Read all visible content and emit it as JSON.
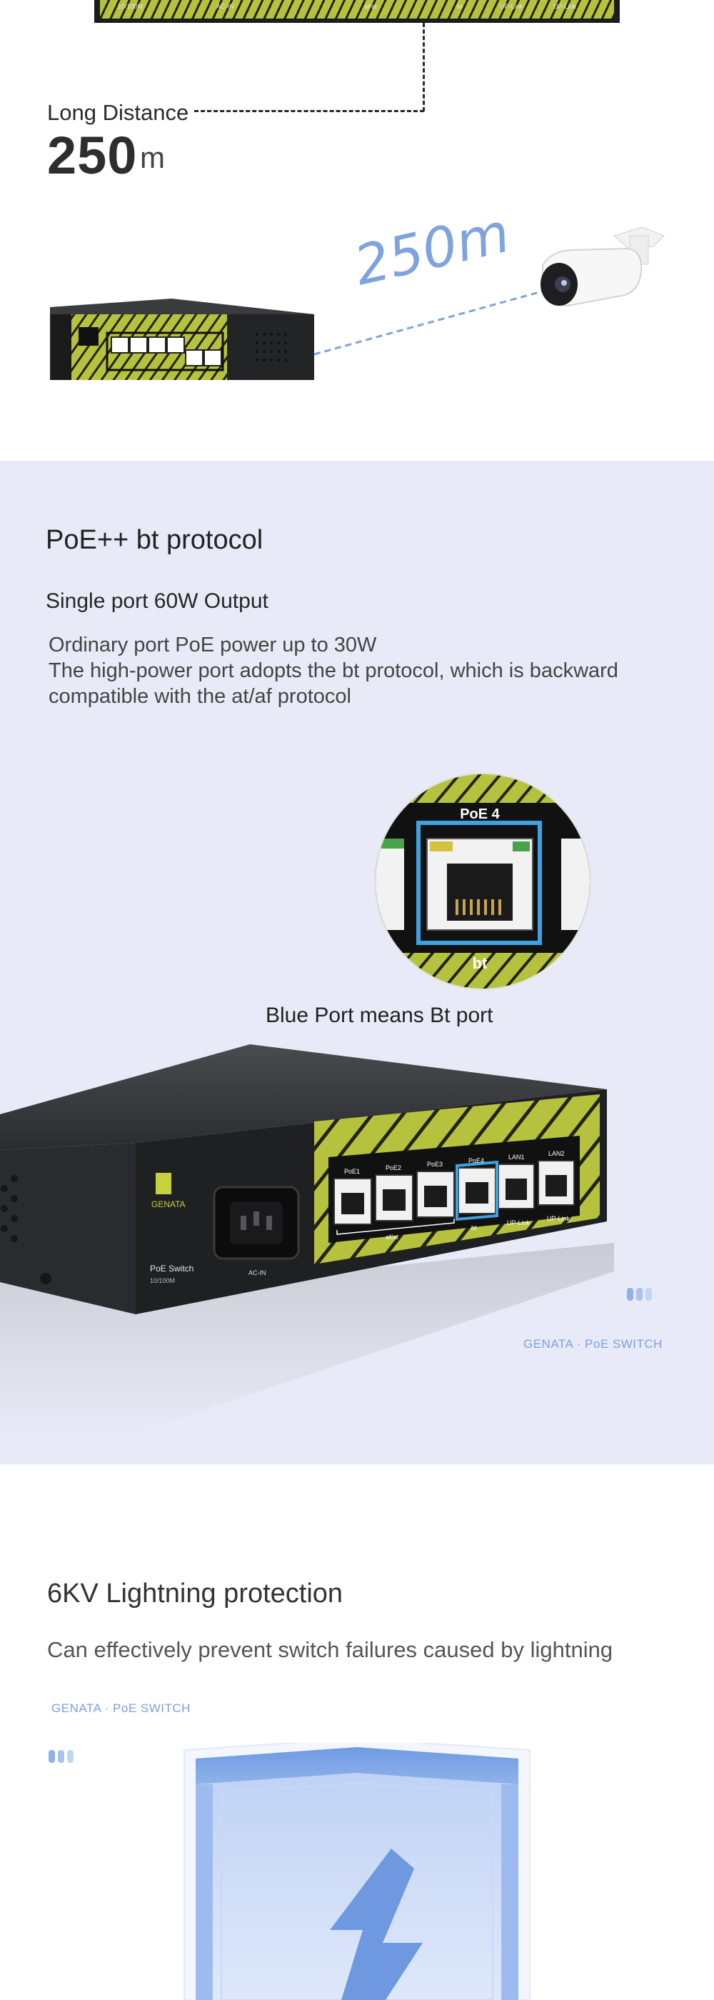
{
  "top_switch": {
    "labels": [
      "10/100M",
      "AC-IN",
      "af/at",
      "bt",
      "UP-Link",
      "UP-Link"
    ]
  },
  "long_distance": {
    "label": "Long Distance",
    "value": "250",
    "unit": "m",
    "diagram_distance": "250m"
  },
  "poe": {
    "title": "PoE++  bt protocol",
    "subtitle": "Single port 60W Output",
    "description_lines": [
      "Ordinary port PoE power up to 30W",
      "The high-power port adopts the bt protocol, which is backward",
      "compatible with the at/af protocol"
    ],
    "zoom_port_label": "PoE 4",
    "zoom_bottom_label": "bt",
    "caption": "Blue Port means Bt port",
    "switch_brand": "GENATA",
    "switch_name": "PoE Switch",
    "switch_speed": "10/100M",
    "switch_power": "AC-IN",
    "port_labels": [
      "PoE1",
      "PoE2",
      "PoE3",
      "PoE4",
      "LAN1",
      "LAN2"
    ],
    "group_labels": [
      "af/at",
      "bt",
      "UP-Link",
      "UP-Link"
    ],
    "brand_line": "GENATA · PoE SWITCH"
  },
  "lightning": {
    "title": "6KV Lightning protection",
    "subtitle": "Can effectively prevent switch failures caused by lightning",
    "brand_line": "GENATA · PoE SWITCH"
  },
  "colors": {
    "accent_blue": "#7fa3dd",
    "brand_blue": "#7e9ee0",
    "section_bg": "#e8ebf7",
    "switch_yellow": "#b6c23e",
    "switch_body": "#1c1c1e"
  }
}
